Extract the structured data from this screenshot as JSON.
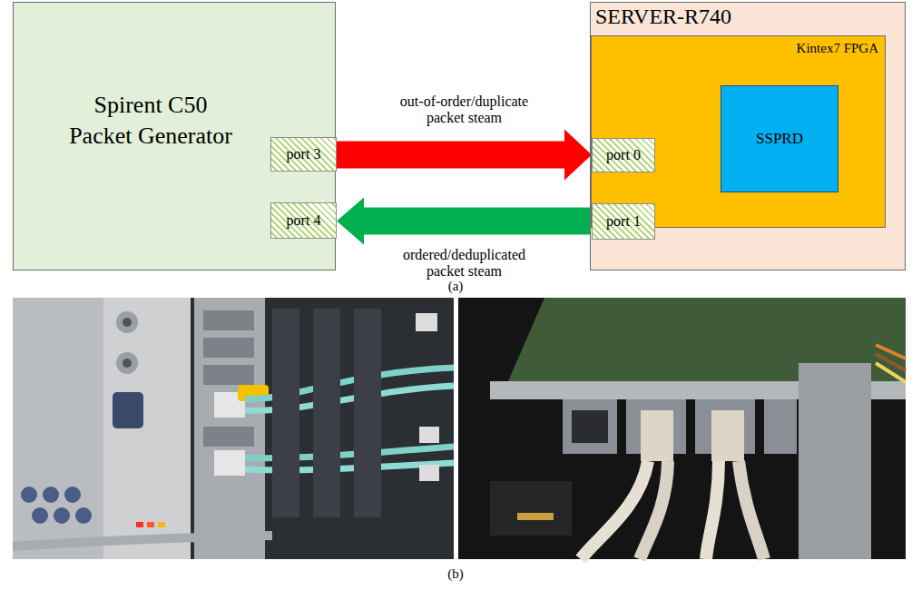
{
  "diagram": {
    "nodes": [
      {
        "text": [
          "Spirent C50 Packet Generator"
        ]
      },
      {
        "text": [
          "port 3"
        ],
        "in": 0
      },
      {
        "text": [
          "port 4"
        ],
        "in": 0
      },
      {
        "text": [
          "SERVER-R740"
        ]
      },
      {
        "text": [
          "Kintex7 FPGA"
        ],
        "in": 3
      },
      {
        "text": [
          "port 0"
        ],
        "in": 4
      },
      {
        "text": [
          "port 1"
        ],
        "in": 4
      },
      {
        "text": [
          "SSPRD"
        ],
        "in": 4
      }
    ],
    "edges": [
      {
        "from": 1,
        "to": 5,
        "arrow": "to",
        "label": "out-of-order/duplicate packet steam"
      },
      {
        "from": 5,
        "to": 7,
        "arrow": "to"
      },
      {
        "from": 7,
        "to": 6,
        "arrow": "to"
      },
      {
        "from": 6,
        "to": 2,
        "arrow": "to",
        "label": "ordered/deduplicated packet steam"
      }
    ],
    "labels": [
      "(a)",
      "(b)"
    ]
  }
}
